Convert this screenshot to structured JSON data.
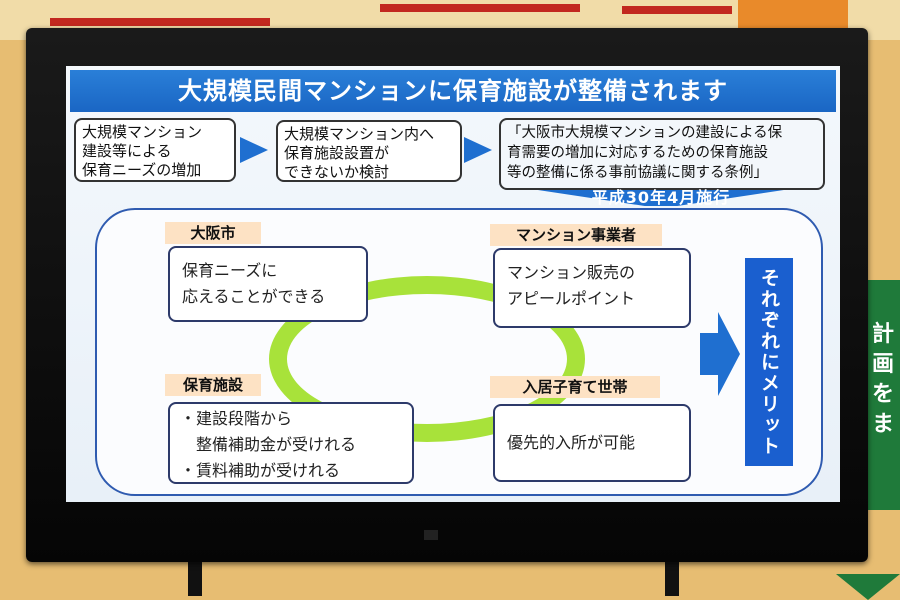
{
  "slide": {
    "title": "大規模民間マンションに保育施設が整備されます",
    "steps": [
      {
        "lines": [
          "大規模マンション",
          "建設等による",
          "保育ニーズの増加"
        ]
      },
      {
        "lines": [
          "大規模マンション内へ",
          "保育施設設置が",
          "できないか検討"
        ]
      },
      {
        "lines": [
          "「大阪市大規模マンションの建設による保",
          "育需要の増加に対応するための保育施設",
          "等の整備に係る事前協議に関する条例」"
        ]
      }
    ],
    "effective_date": "平成30年4月施行",
    "parties": [
      {
        "label": "大阪市",
        "lines": [
          "保育ニーズに",
          "応えることができる"
        ]
      },
      {
        "label": "マンション事業者",
        "lines": [
          "マンション販売の",
          "アピールポイント"
        ]
      },
      {
        "label": "保育施設",
        "lines": [
          "・建設段階から",
          "　整備補助金が受けれる",
          "・賃料補助が受けれる"
        ]
      },
      {
        "label": "入居子育て世帯",
        "lines": [
          "優先的入所が可能"
        ]
      }
    ],
    "merit": "それぞれにメリット",
    "colors": {
      "title_bg": "#1a66c4",
      "ring": "#a8e23a",
      "label_bg": "#fde2c4",
      "arrow": "#1f6fd0"
    }
  },
  "background": {
    "sign_text": "計画を ま"
  }
}
